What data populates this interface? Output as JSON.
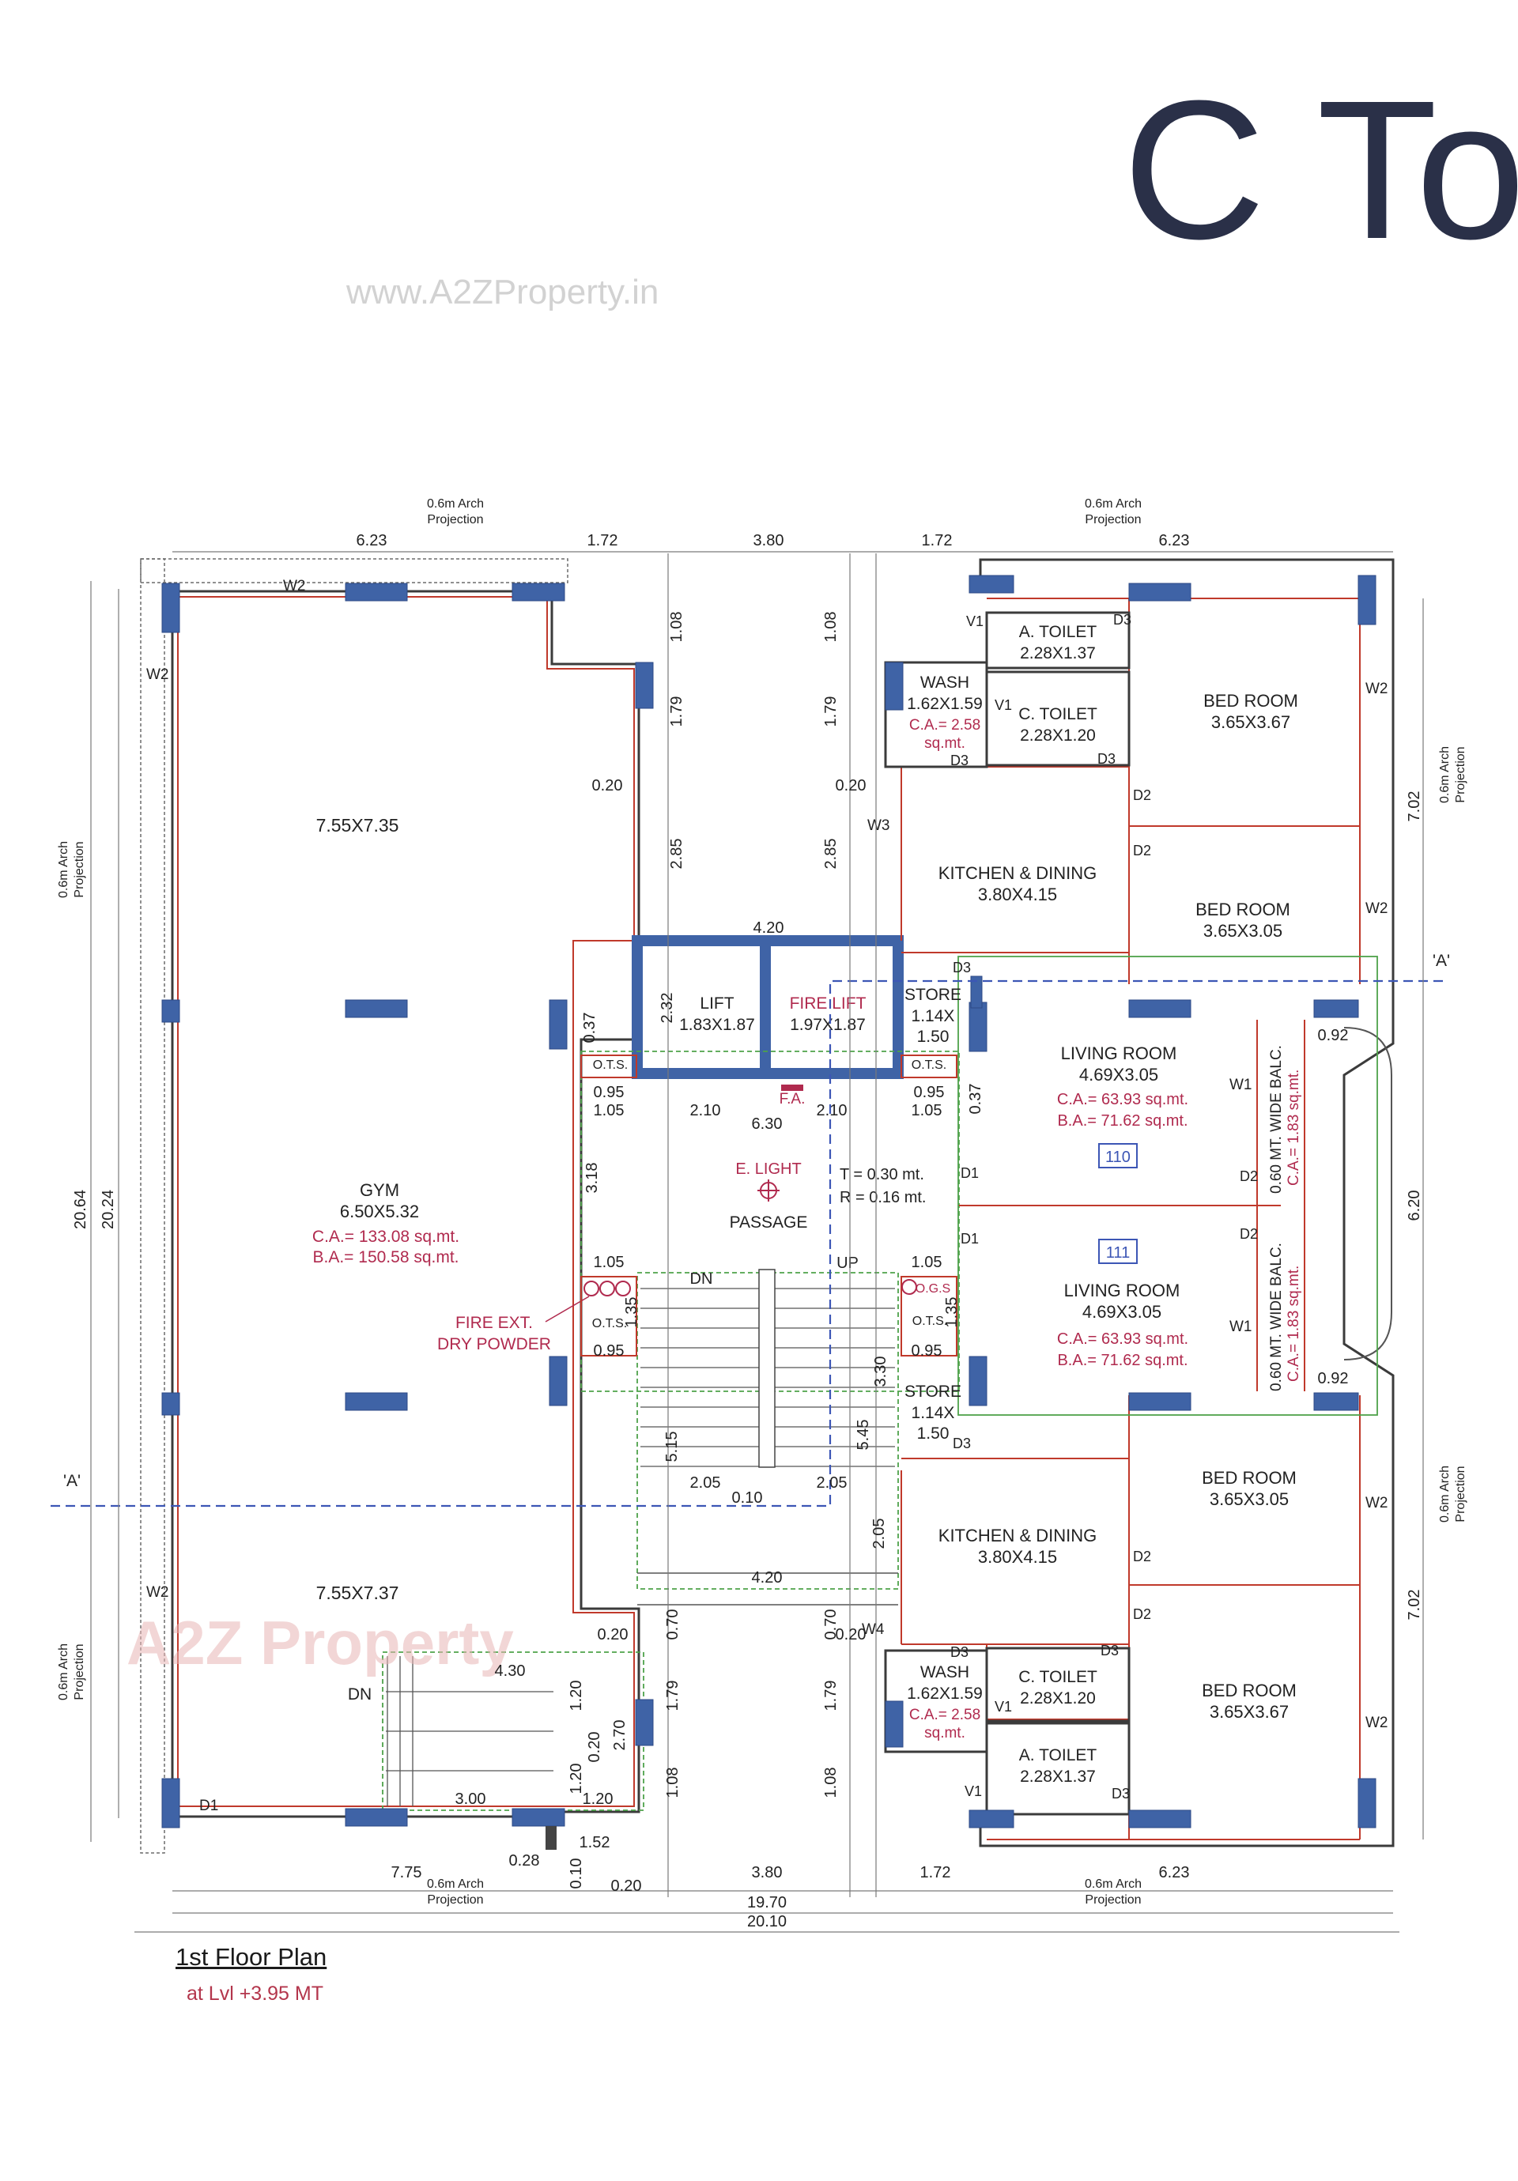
{
  "header": {
    "title": "C To",
    "watermark_url": "www.A2ZProperty.in"
  },
  "watermark_logo": {
    "text": "A2Z Property"
  },
  "colors": {
    "title": "#2a3048",
    "wall": "#3b3b3b",
    "column": "#4a6aa8",
    "column_fill": "#3f63a6",
    "red_line": "#c0392b",
    "area_text": "#b02a4e",
    "section_line": "#3c56b5",
    "green_line": "#4ea24a",
    "dimension": "#555555"
  },
  "plan": {
    "title": "1st Floor Plan",
    "level": "at Lvl +3.95 MT",
    "section_marker": "'A'",
    "projection_label_1": "0.6m Arch",
    "projection_label_2": "Projection",
    "rooms": {
      "gym": {
        "name": "GYM",
        "size": "6.50X5.32",
        "ca": "C.A.= 133.08 sq.mt.",
        "ba": "B.A.= 150.58 sq.mt."
      },
      "hall_top": {
        "size": "7.55X7.35"
      },
      "hall_bottom": {
        "size": "7.55X7.37"
      },
      "lift": {
        "name": "LIFT",
        "size": "1.83X1.87"
      },
      "fire_lift": {
        "name": "FIRE LIFT",
        "size": "1.97X1.87"
      },
      "passage": {
        "name": "PASSAGE",
        "light": "E. LIGHT",
        "tread": "T = 0.30 mt.",
        "riser": "R = 0.16 mt."
      },
      "fire_ext": {
        "line1": "FIRE EXT.",
        "line2": "DRY POWDER"
      },
      "fa": "F.A.",
      "ots": "O.T.S.",
      "og": "O.G.S",
      "dn": "DN",
      "up": "UP",
      "unit_110": {
        "number": "110",
        "a_toilet": {
          "name": "A. TOILET",
          "size": "2.28X1.37"
        },
        "c_toilet": {
          "name": "C. TOILET",
          "size": "2.28X1.20"
        },
        "wash": {
          "name": "WASH",
          "size": "1.62X1.59",
          "ca": "C.A.= 2.58",
          "unit": "sq.mt."
        },
        "bed1": {
          "name": "BED ROOM",
          "size": "3.65X3.67"
        },
        "bed2": {
          "name": "BED ROOM",
          "size": "3.65X3.05"
        },
        "kitchen": {
          "name": "KITCHEN & DINING",
          "size": "3.80X4.15"
        },
        "store": {
          "name": "STORE",
          "size1": "1.14X",
          "size2": "1.50"
        },
        "living": {
          "name": "LIVING ROOM",
          "size": "4.69X3.05",
          "ca": "C.A.= 63.93 sq.mt.",
          "ba": "B.A.= 71.62 sq.mt."
        },
        "balcony": {
          "name": "0.60 MT. WIDE BALC.",
          "ca": "C.A.= 1.83 sq.mt."
        }
      },
      "unit_111": {
        "number": "111",
        "a_toilet": {
          "name": "A. TOILET",
          "size": "2.28X1.37"
        },
        "c_toilet": {
          "name": "C. TOILET",
          "size": "2.28X1.20"
        },
        "wash": {
          "name": "WASH",
          "size": "1.62X1.59",
          "ca": "C.A.= 2.58",
          "unit": "sq.mt."
        },
        "bed1": {
          "name": "BED ROOM",
          "size": "3.65X3.05"
        },
        "bed2": {
          "name": "BED ROOM",
          "size": "3.65X3.67"
        },
        "kitchen": {
          "name": "KITCHEN & DINING",
          "size": "3.80X4.15"
        },
        "store": {
          "name": "STORE",
          "size1": "1.14X",
          "size2": "1.50"
        },
        "living": {
          "name": "LIVING ROOM",
          "size": "4.69X3.05",
          "ca": "C.A.= 63.93 sq.mt.",
          "ba": "B.A.= 71.62 sq.mt."
        },
        "balcony": {
          "name": "0.60 MT. WIDE BALC.",
          "ca": "C.A.= 1.83 sq.mt."
        }
      }
    },
    "openings": {
      "w1": "W1",
      "w2": "W2",
      "w3": "W3",
      "w4": "W4",
      "v1": "V1",
      "d1": "D1",
      "d2": "D2",
      "d3": "D3"
    },
    "dims": {
      "top_623": "6.23",
      "top_172": "1.72",
      "top_380": "3.80",
      "v108": "1.08",
      "v179": "1.79",
      "v285": "2.85",
      "h020": "0.20",
      "h420": "4.20",
      "v232": "2.32",
      "v037": "0.37",
      "h095": "0.95",
      "h105": "1.05",
      "h210": "2.10",
      "h630": "6.30",
      "v318": "3.18",
      "v135": "1.35",
      "v330": "3.30",
      "v515": "5.15",
      "v545": "5.45",
      "h205": "2.05",
      "h010": "0.10",
      "v070": "0.70",
      "h430": "4.30",
      "v120": "1.20",
      "v270": "2.70",
      "h300": "3.00",
      "h028": "0.28",
      "h152": "1.52",
      "h775": "7.75",
      "h1970": "19.70",
      "h2010": "20.10",
      "v2064": "20.64",
      "v2024": "20.24",
      "v702": "7.02",
      "v620": "6.20",
      "h092": "0.92"
    }
  }
}
